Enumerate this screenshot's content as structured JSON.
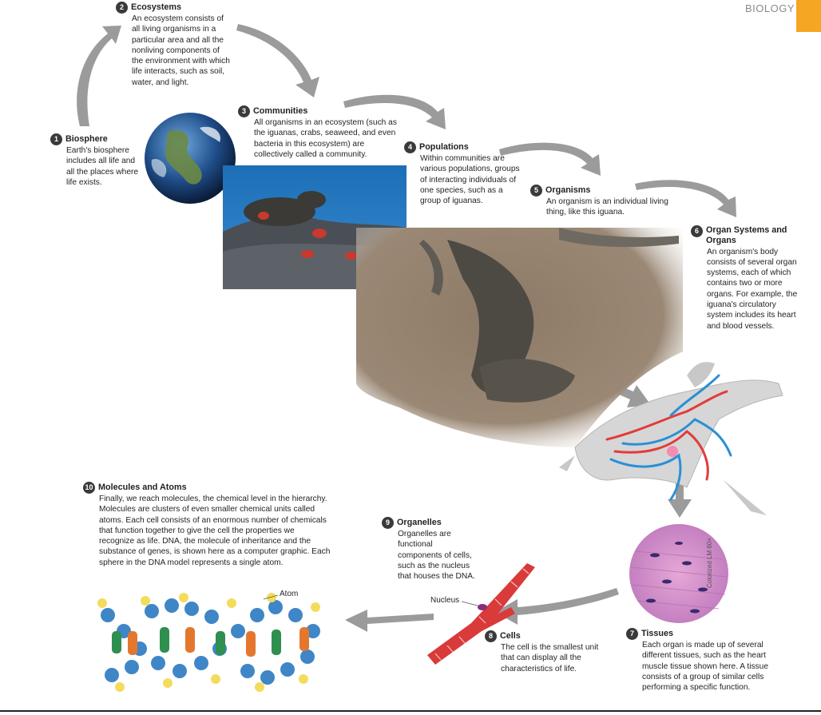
{
  "header": {
    "subject": "BIOLOGY",
    "accent_color": "#f5a623"
  },
  "items": [
    {
      "num": "1",
      "title": "Biosphere",
      "text": "Earth's biosphere includes all life and all the places where life exists."
    },
    {
      "num": "2",
      "title": "Ecosystems",
      "text": "An ecosystem consists of all living organisms in a particular area and all the nonliving components of the environment with which life interacts, such as soil, water, and light."
    },
    {
      "num": "3",
      "title": "Communities",
      "text": "All organisms in an ecosystem (such as the iguanas, crabs, seaweed, and even bacteria in this ecosystem) are collectively called a community."
    },
    {
      "num": "4",
      "title": "Populations",
      "text": "Within communities are various populations, groups of interacting individuals of one species, such as a group of iguanas."
    },
    {
      "num": "5",
      "title": "Organisms",
      "text": "An organism is an individual living thing, like this iguana."
    },
    {
      "num": "6",
      "title": "Organ Systems and Organs",
      "text": "An organism's body consists of several organ systems, each of which contains two or more organs. For example, the iguana's circulatory system includes its heart and blood vessels."
    },
    {
      "num": "7",
      "title": "Tissues",
      "text": "Each organ is made up of several different tissues, such as the heart muscle tissue shown here. A tissue consists of a group of similar cells performing a specific function."
    },
    {
      "num": "8",
      "title": "Cells",
      "text": "The cell is the smallest unit that can display all the characteristics of life."
    },
    {
      "num": "9",
      "title": "Organelles",
      "text": "Organelles are functional components of cells, such as the nucleus that houses the DNA."
    },
    {
      "num": "10",
      "title": "Molecules and Atoms",
      "text": "Finally, we reach molecules, the chemical level in the hierarchy. Molecules are clusters of even smaller chemical units called atoms. Each cell consists of an enormous number of chemicals that function together to give the cell the properties we recognize as life. DNA, the molecule of inheritance and the substance of genes, is shown here as a computer graphic. Each sphere in the DNA model represents a single atom."
    }
  ],
  "labels": {
    "nucleus": "Nucleus",
    "atom": "Atom",
    "micrograph_caption": "Colorized LM 60×"
  }
}
